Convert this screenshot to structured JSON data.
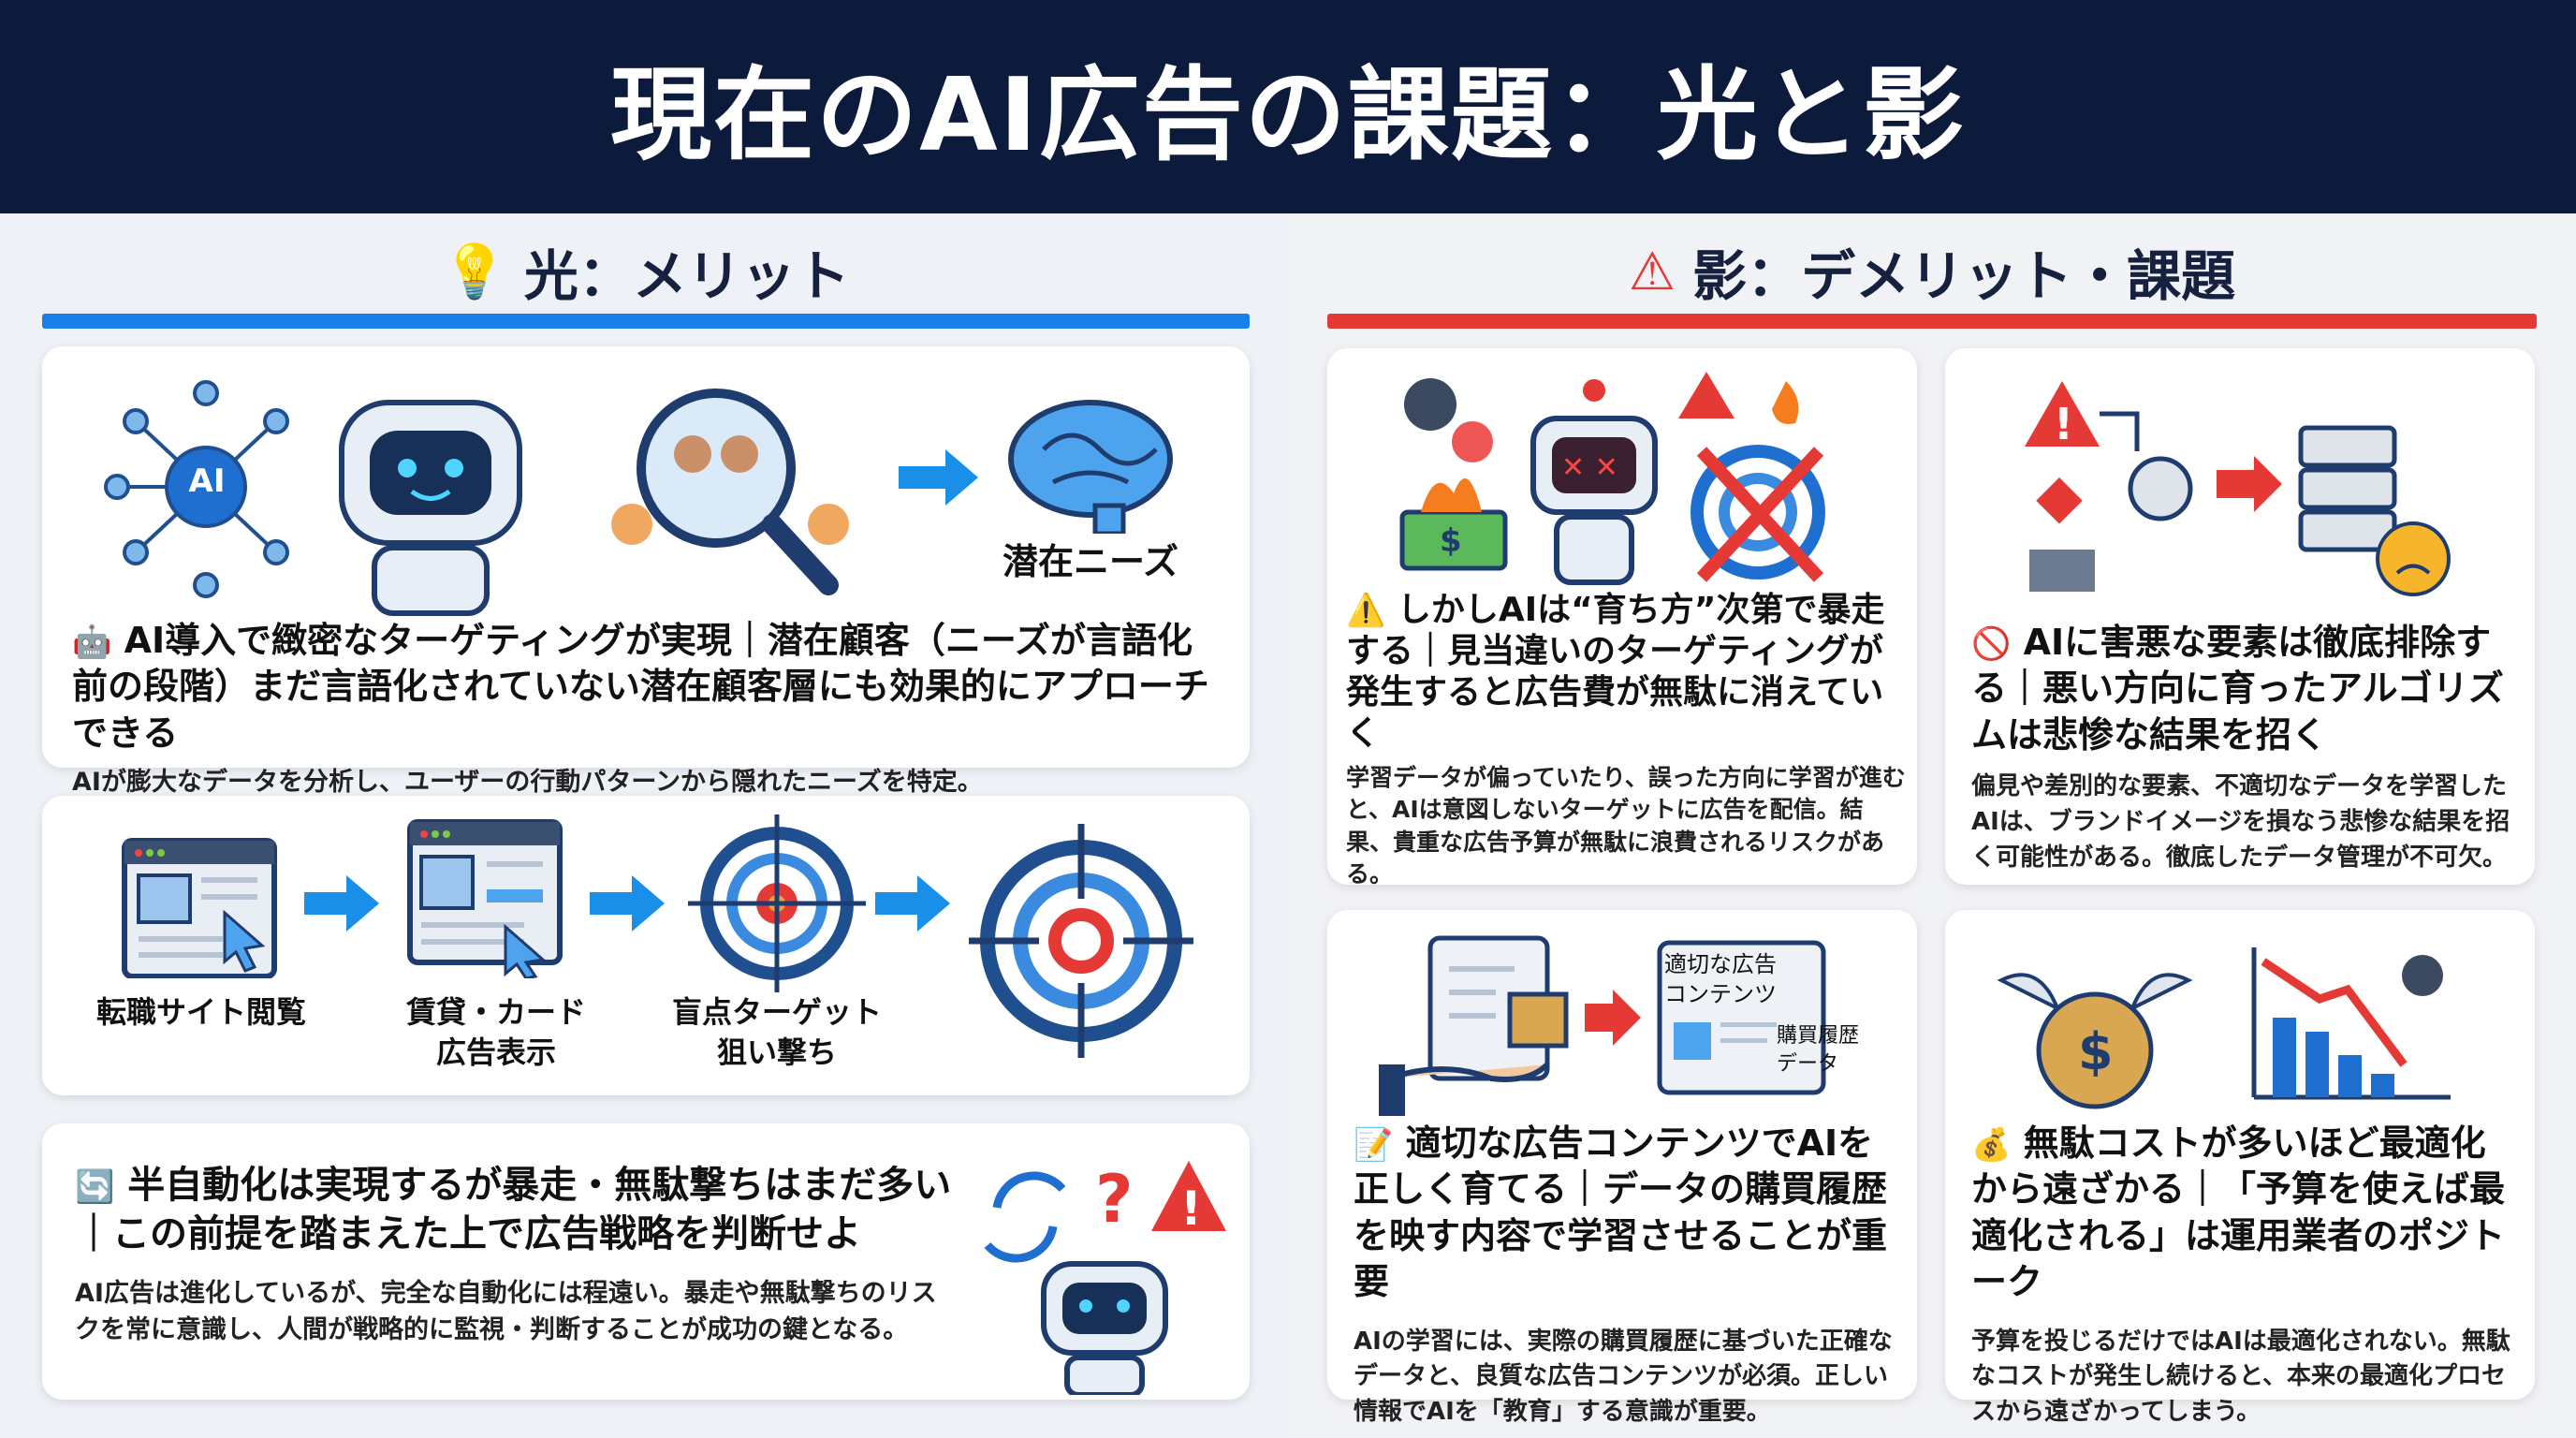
{
  "title": "現在のAI広告の課題：光と影",
  "colors": {
    "header": "#0c1a3c",
    "merit": "#1a7fe8",
    "demerit": "#e53935"
  },
  "merit": {
    "title": "光：メリット",
    "icon": "lightbulb-icon",
    "card1": {
      "icon": "robot-icon",
      "heading": "AI導入で緻密なターゲティングが実現｜潜在顧客（ニーズが言語化前の段階）まだ言語化されていない潜在顧客層にも効果的にアプローチできる",
      "body": "AIが膨大なデータを分析し、ユーザーの行動パターンから隠れたニーズを特定。",
      "illus_label": "潜在ニーズ",
      "ai_label": "AI"
    },
    "flow": [
      {
        "label": "転職サイト閲覧"
      },
      {
        "label": "賃貸・カード\n広告表示"
      },
      {
        "label": "盲点ターゲット\n狙い撃ち"
      }
    ],
    "card3": {
      "icon": "refresh-icon",
      "heading": "半自動化は実現するが暴走・無駄撃ちはまだ多い｜この前提を踏まえた上で広告戦略を判断せよ",
      "body": "AI広告は進化しているが、完全な自動化には程遠い。暴走や無駄撃ちのリスクを常に意識し、人間が戦略的に監視・判断することが成功の鍵となる。"
    }
  },
  "demerit": {
    "title": "影：デメリット・課題",
    "icon": "warning-icon",
    "cards": [
      {
        "icon": "warning-icon",
        "emoji": "⚠️",
        "heading": "しかしAIは“育ち方”次第で暴走する｜見当違いのターゲティングが発生すると広告費が無駄に消えていく",
        "body": "学習データが偏っていたり、誤った方向に学習が進むと、AIは意図しないターゲットに広告を配信。結果、貴重な広告予算が無駄に浪費されるリスクがある。"
      },
      {
        "icon": "prohibited-icon",
        "emoji": "🚫",
        "heading": "AIに害悪な要素は徹底排除する｜悪い方向に育ったアルゴリズムは悲惨な結果を招く",
        "body": "偏見や差別的な要素、不適切なデータを学習したAIは、ブランドイメージを損なう悲惨な結果を招く可能性がある。徹底したデータ管理が不可欠。"
      },
      {
        "icon": "memo-icon",
        "emoji": "📝",
        "heading": "適切な広告コンテンツでAIを正しく育てる｜データの購買履歴を映す内容で学習させることが重要",
        "body": "AIの学習には、実際の購買履歴に基づいた正確なデータと、良質な広告コンテンツが必須。正しい情報でAIを「教育」する意識が重要。",
        "doc_title": "適切な広告\nコンテンツ",
        "doc_note": "購買履歴\nデータ"
      },
      {
        "icon": "money-bag-icon",
        "emoji": "💰",
        "heading": "無駄コストが多いほど最適化から遠ざかる｜「予算を使えば最適化される」は運用業者のポジトーク",
        "body": "予算を投じるだけではAIは最適化されない。無駄なコストが発生し続けると、本来の最適化プロセスから遠ざかってしまう。"
      }
    ]
  }
}
